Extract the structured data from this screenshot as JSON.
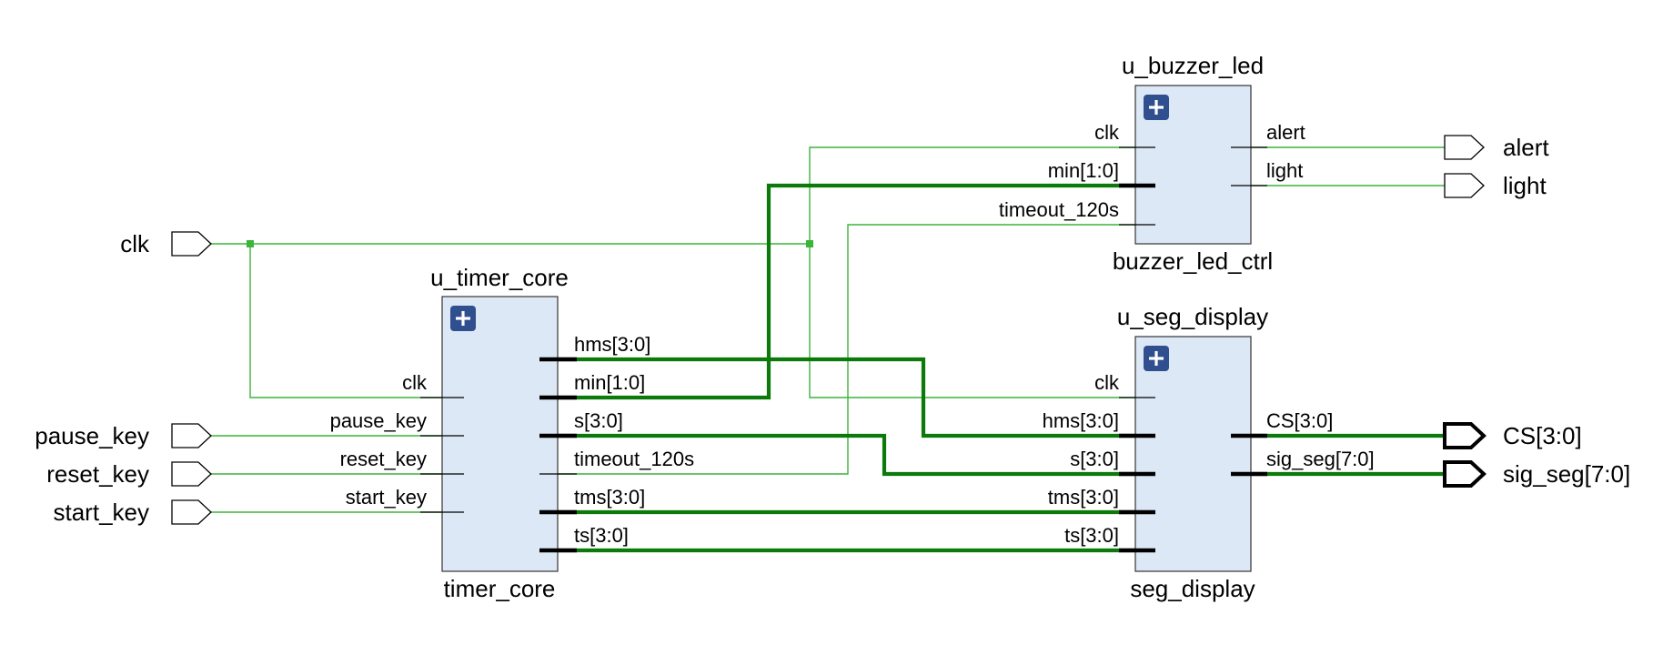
{
  "colors": {
    "wire": "#3cb43c",
    "bus": "#0b7a0b",
    "block_fill": "#dde8f7",
    "expand_button": "#2f4f8f"
  },
  "ports": {
    "inputs": {
      "clk": "clk",
      "pause_key": "pause_key",
      "reset_key": "reset_key",
      "start_key": "start_key"
    },
    "outputs": {
      "alert": "alert",
      "light": "light",
      "cs": "CS[3:0]",
      "sig_seg": "sig_seg[7:0]"
    }
  },
  "timer_core": {
    "instance": "u_timer_core",
    "cell": "timer_core",
    "inputs": {
      "clk": "clk",
      "pause_key": "pause_key",
      "reset_key": "reset_key",
      "start_key": "start_key"
    },
    "outputs": {
      "hms": "hms[3:0]",
      "min": "min[1:0]",
      "s": "s[3:0]",
      "timeout": "timeout_120s",
      "tms": "tms[3:0]",
      "ts": "ts[3:0]"
    }
  },
  "buzzer_led_ctrl": {
    "instance": "u_buzzer_led",
    "cell": "buzzer_led_ctrl",
    "inputs": {
      "clk": "clk",
      "min": "min[1:0]",
      "timeout": "timeout_120s"
    },
    "outputs": {
      "alert": "alert",
      "light": "light"
    }
  },
  "seg_display": {
    "instance": "u_seg_display",
    "cell": "seg_display",
    "inputs": {
      "clk": "clk",
      "hms": "hms[3:0]",
      "s": "s[3:0]",
      "tms": "tms[3:0]",
      "ts": "ts[3:0]"
    },
    "outputs": {
      "cs": "CS[3:0]",
      "sig_seg": "sig_seg[7:0]"
    }
  },
  "expand_icon": "plus-square-icon"
}
